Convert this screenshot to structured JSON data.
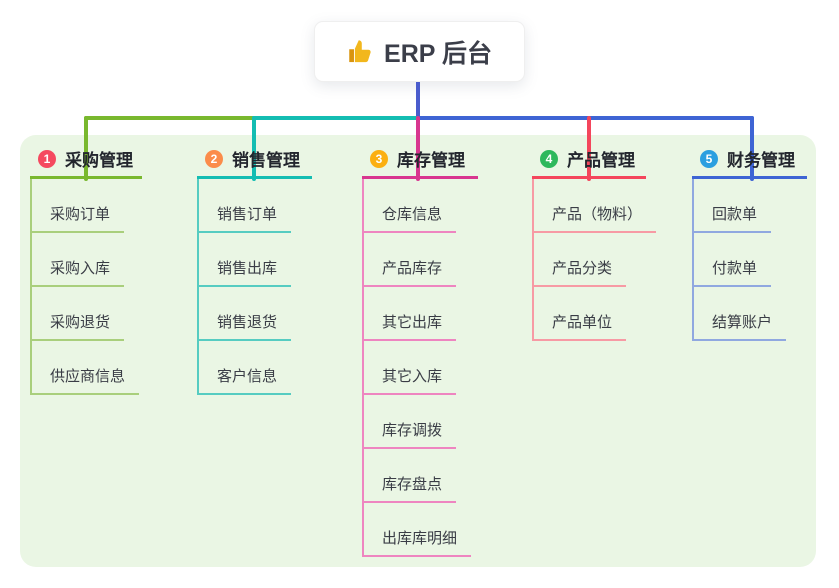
{
  "root": {
    "label": "ERP 后台",
    "icon": "thumbs-up-icon"
  },
  "colors": {
    "canvas_bg": "#ffffff",
    "panel_bg": "#eaf6e4",
    "stem": "#4a5ccd",
    "thumb": "#f2b71c"
  },
  "branches": [
    {
      "number": "1",
      "label": "采购管理",
      "badge_color": "#f5495f",
      "line_color": "#79b82e",
      "light_color": "#a9cf7c",
      "children": [
        "采购订单",
        "采购入库",
        "采购退货",
        "供应商信息"
      ]
    },
    {
      "number": "2",
      "label": "销售管理",
      "badge_color": "#fb8c4a",
      "line_color": "#14bdb2",
      "light_color": "#56ccc1",
      "children": [
        "销售订单",
        "销售出库",
        "销售退货",
        "客户信息"
      ]
    },
    {
      "number": "3",
      "label": "库存管理",
      "badge_color": "#fbaf11",
      "line_color": "#d8368f",
      "light_color": "#ee85c0",
      "children": [
        "仓库信息",
        "产品库存",
        "其它出库",
        "其它入库",
        "库存调拨",
        "库存盘点",
        "出库库明细"
      ]
    },
    {
      "number": "4",
      "label": "产品管理",
      "badge_color": "#2eb85c",
      "line_color": "#f4465c",
      "light_color": "#f79aa4",
      "children": [
        "产品（物料）",
        "产品分类",
        "产品单位"
      ]
    },
    {
      "number": "5",
      "label": "财务管理",
      "badge_color": "#2b9fe0",
      "line_color": "#3e64d4",
      "light_color": "#90a8e0",
      "children": [
        "回款单",
        "付款单",
        "结算账户"
      ]
    }
  ]
}
